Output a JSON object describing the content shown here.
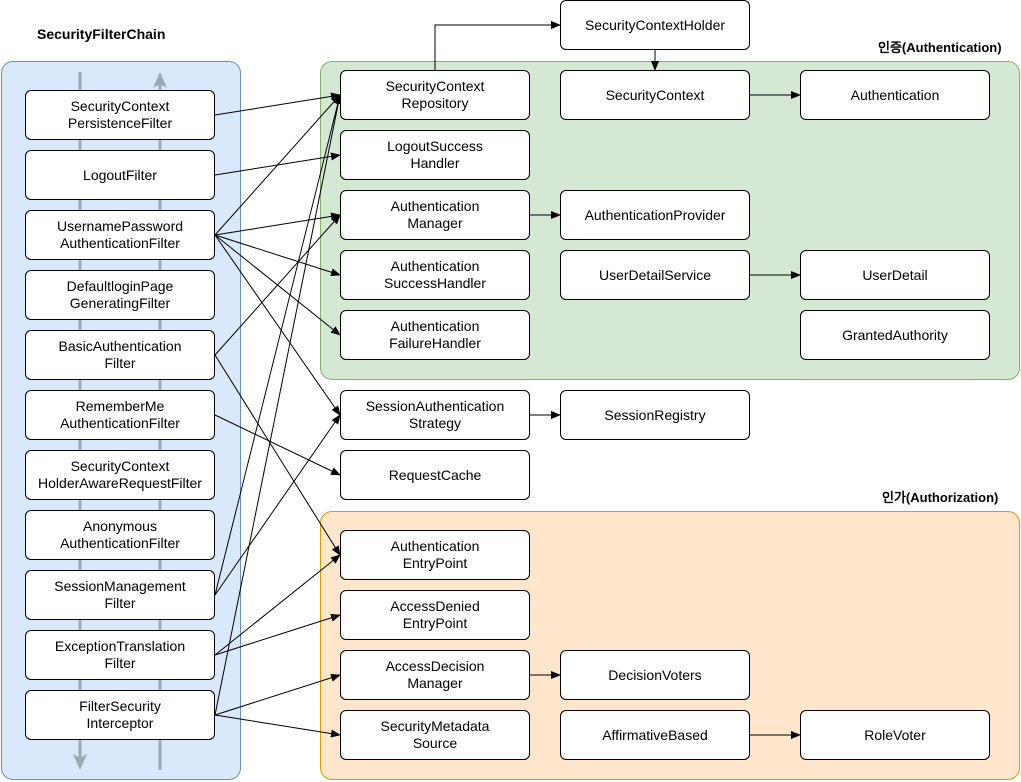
{
  "chain_title": "SecurityFilterChain",
  "authn_title": "인증(Authentication)",
  "authz_title": "인가(Authorization)",
  "colors": {
    "chain_fill": "#dae8fc",
    "chain_stroke": "#6c8ebf",
    "authn_fill": "#d5e8d4",
    "authn_stroke": "#82b366",
    "authz_fill": "#ffe6cc",
    "authz_stroke": "#d79b00",
    "arrow": "#000000"
  },
  "filters": [
    "SecurityContext\nPersistenceFilter",
    "LogoutFilter",
    "UsernamePassword\nAuthenticationFilter",
    "DefaultloginPage\nGeneratingFilter",
    "BasicAuthentication\nFilter",
    "RememberMe\nAuthenticationFilter",
    "SecurityContext\nHolderAwareRequestFilter",
    "Anonymous\nAuthenticationFilter",
    "SessionManagement\nFilter",
    "ExceptionTranslation\nFilter",
    "FilterSecurity\nInterceptor"
  ],
  "components": {
    "security_context_holder": "SecurityContextHolder",
    "security_context_repository": "SecurityContext\nRepository",
    "security_context": "SecurityContext",
    "authentication": "Authentication",
    "logout_success_handler": "LogoutSuccess\nHandler",
    "authentication_manager": "Authentication\nManager",
    "authentication_provider": "AuthenticationProvider",
    "authentication_success_handler": "Authentication\nSuccessHandler",
    "user_detail_service": "UserDetailService",
    "user_detail": "UserDetail",
    "authentication_failure_handler": "Authentication\nFailureHandler",
    "granted_authority": "GrantedAuthority",
    "session_authentication_strategy": "SessionAuthentication\nStrategy",
    "session_registry": "SessionRegistry",
    "request_cache": "RequestCache",
    "authentication_entry_point": "Authentication\nEntryPoint",
    "access_denied_entry_point": "AccessDenied\nEntryPoint",
    "access_decision_manager": "AccessDecision\nManager",
    "decision_voters": "DecisionVoters",
    "security_metadata_source": "SecurityMetadata\nSource",
    "affirmative_based": "AffirmativeBased",
    "role_voter": "RoleVoter"
  },
  "edges": [
    [
      "filter-0",
      "security_context_repository"
    ],
    [
      "filter-1",
      "logout_success_handler"
    ],
    [
      "filter-2",
      "authentication_manager"
    ],
    [
      "filter-2",
      "authentication_success_handler"
    ],
    [
      "filter-2",
      "authentication_failure_handler"
    ],
    [
      "filter-2",
      "session_authentication_strategy"
    ],
    [
      "filter-2",
      "security_context_repository"
    ],
    [
      "filter-4",
      "authentication_manager"
    ],
    [
      "filter-4",
      "authentication_entry_point"
    ],
    [
      "filter-5",
      "request_cache"
    ],
    [
      "filter-8",
      "security_context_repository"
    ],
    [
      "filter-8",
      "session_authentication_strategy"
    ],
    [
      "filter-9",
      "authentication_entry_point"
    ],
    [
      "filter-9",
      "access_denied_entry_point"
    ],
    [
      "filter-10",
      "access_decision_manager"
    ],
    [
      "filter-10",
      "security_metadata_source"
    ],
    [
      "filter-10",
      "security_context_repository"
    ],
    [
      "security_context_repository",
      "security_context_holder"
    ],
    [
      "security_context_holder",
      "security_context"
    ],
    [
      "security_context",
      "authentication"
    ],
    [
      "authentication_manager",
      "authentication_provider"
    ],
    [
      "user_detail_service",
      "user_detail"
    ],
    [
      "session_authentication_strategy",
      "session_registry"
    ],
    [
      "access_decision_manager",
      "decision_voters"
    ],
    [
      "affirmative_based",
      "role_voter"
    ]
  ]
}
